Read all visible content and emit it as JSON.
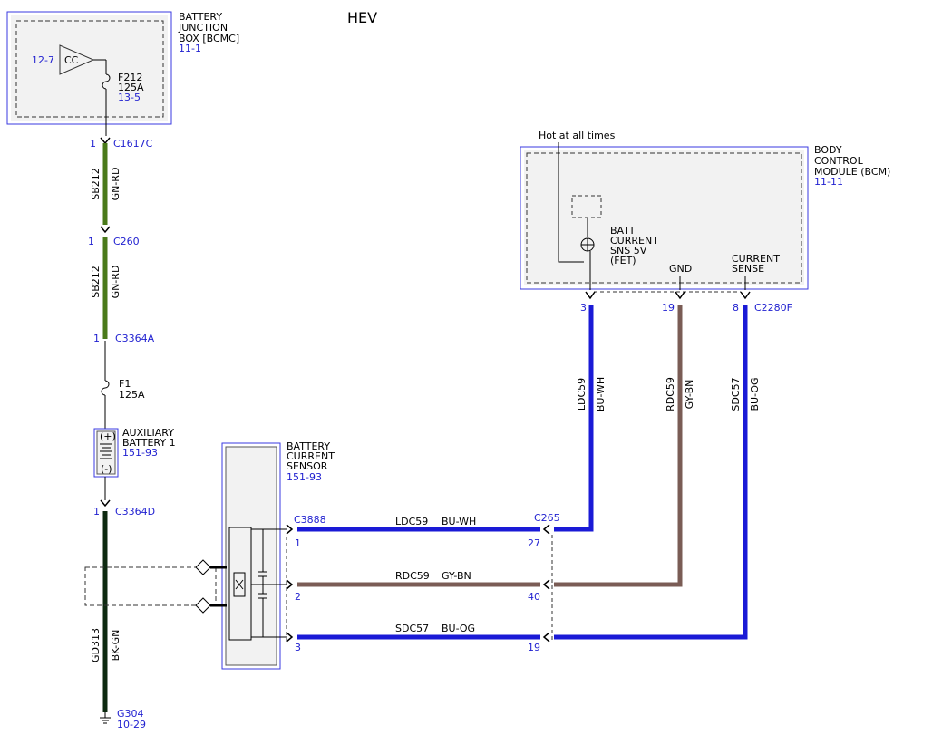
{
  "title": "HEV",
  "battery_junction_box": {
    "name_lines": [
      "BATTERY",
      "JUNCTION",
      "BOX [BCMC]"
    ],
    "ref": "11-1",
    "cc_label": "CC",
    "cc_ref": "12-7",
    "fuse_name": "F212",
    "fuse_rating": "125A",
    "fuse_ref": "13-5"
  },
  "bcm": {
    "name_lines": [
      "BODY",
      "CONTROL",
      "MODULE (BCM)"
    ],
    "ref": "11-11",
    "hot_text": "Hot at all times",
    "batt_lines": [
      "BATT",
      "CURRENT",
      "SNS 5V",
      "(FET)"
    ],
    "gnd_label": "GND",
    "current_lines": [
      "CURRENT",
      "SENSE"
    ],
    "connector": "C2280F",
    "pins": [
      "3",
      "19",
      "8"
    ]
  },
  "left_circuit": {
    "c1617c": {
      "pin": "1",
      "name": "C1617C"
    },
    "c260": {
      "pin": "1",
      "name": "C260"
    },
    "c3364a": {
      "pin": "1",
      "name": "C3364A"
    },
    "c3364d": {
      "pin": "1",
      "name": "C3364D"
    },
    "seg1": {
      "circuit": "SB212",
      "color": "GN-RD"
    },
    "seg2": {
      "circuit": "SB212",
      "color": "GN-RD"
    },
    "fuse_name": "F1",
    "fuse_rating": "125A",
    "ground_wire": {
      "circuit": "GD313",
      "color": "BK-GN"
    },
    "ground_name": "G304",
    "ground_ref": "10-29"
  },
  "aux_battery": {
    "name_lines": [
      "AUXILIARY",
      "BATTERY 1"
    ],
    "ref": "151-93",
    "plus": "(+)",
    "minus": "(-)"
  },
  "battery_current_sensor": {
    "name_lines": [
      "BATTERY",
      "CURRENT",
      "SENSOR"
    ],
    "ref": "151-93",
    "connector": "C3888",
    "pins": [
      "1",
      "2",
      "3"
    ]
  },
  "c265": {
    "name": "C265",
    "pins": [
      "27",
      "40",
      "19"
    ]
  },
  "wires": [
    {
      "circuit": "LDC59",
      "color": "BU-WH",
      "hex": "#1a1ad6"
    },
    {
      "circuit": "RDC59",
      "color": "GY-BN",
      "hex": "#7a5c55"
    },
    {
      "circuit": "SDC57",
      "color": "BU-OG",
      "hex": "#1a1ad6"
    }
  ],
  "colors": {
    "module_outline": "#3a3ae0",
    "green_wire": "#4a7a1a",
    "dark_wire": "#0d2a10"
  }
}
